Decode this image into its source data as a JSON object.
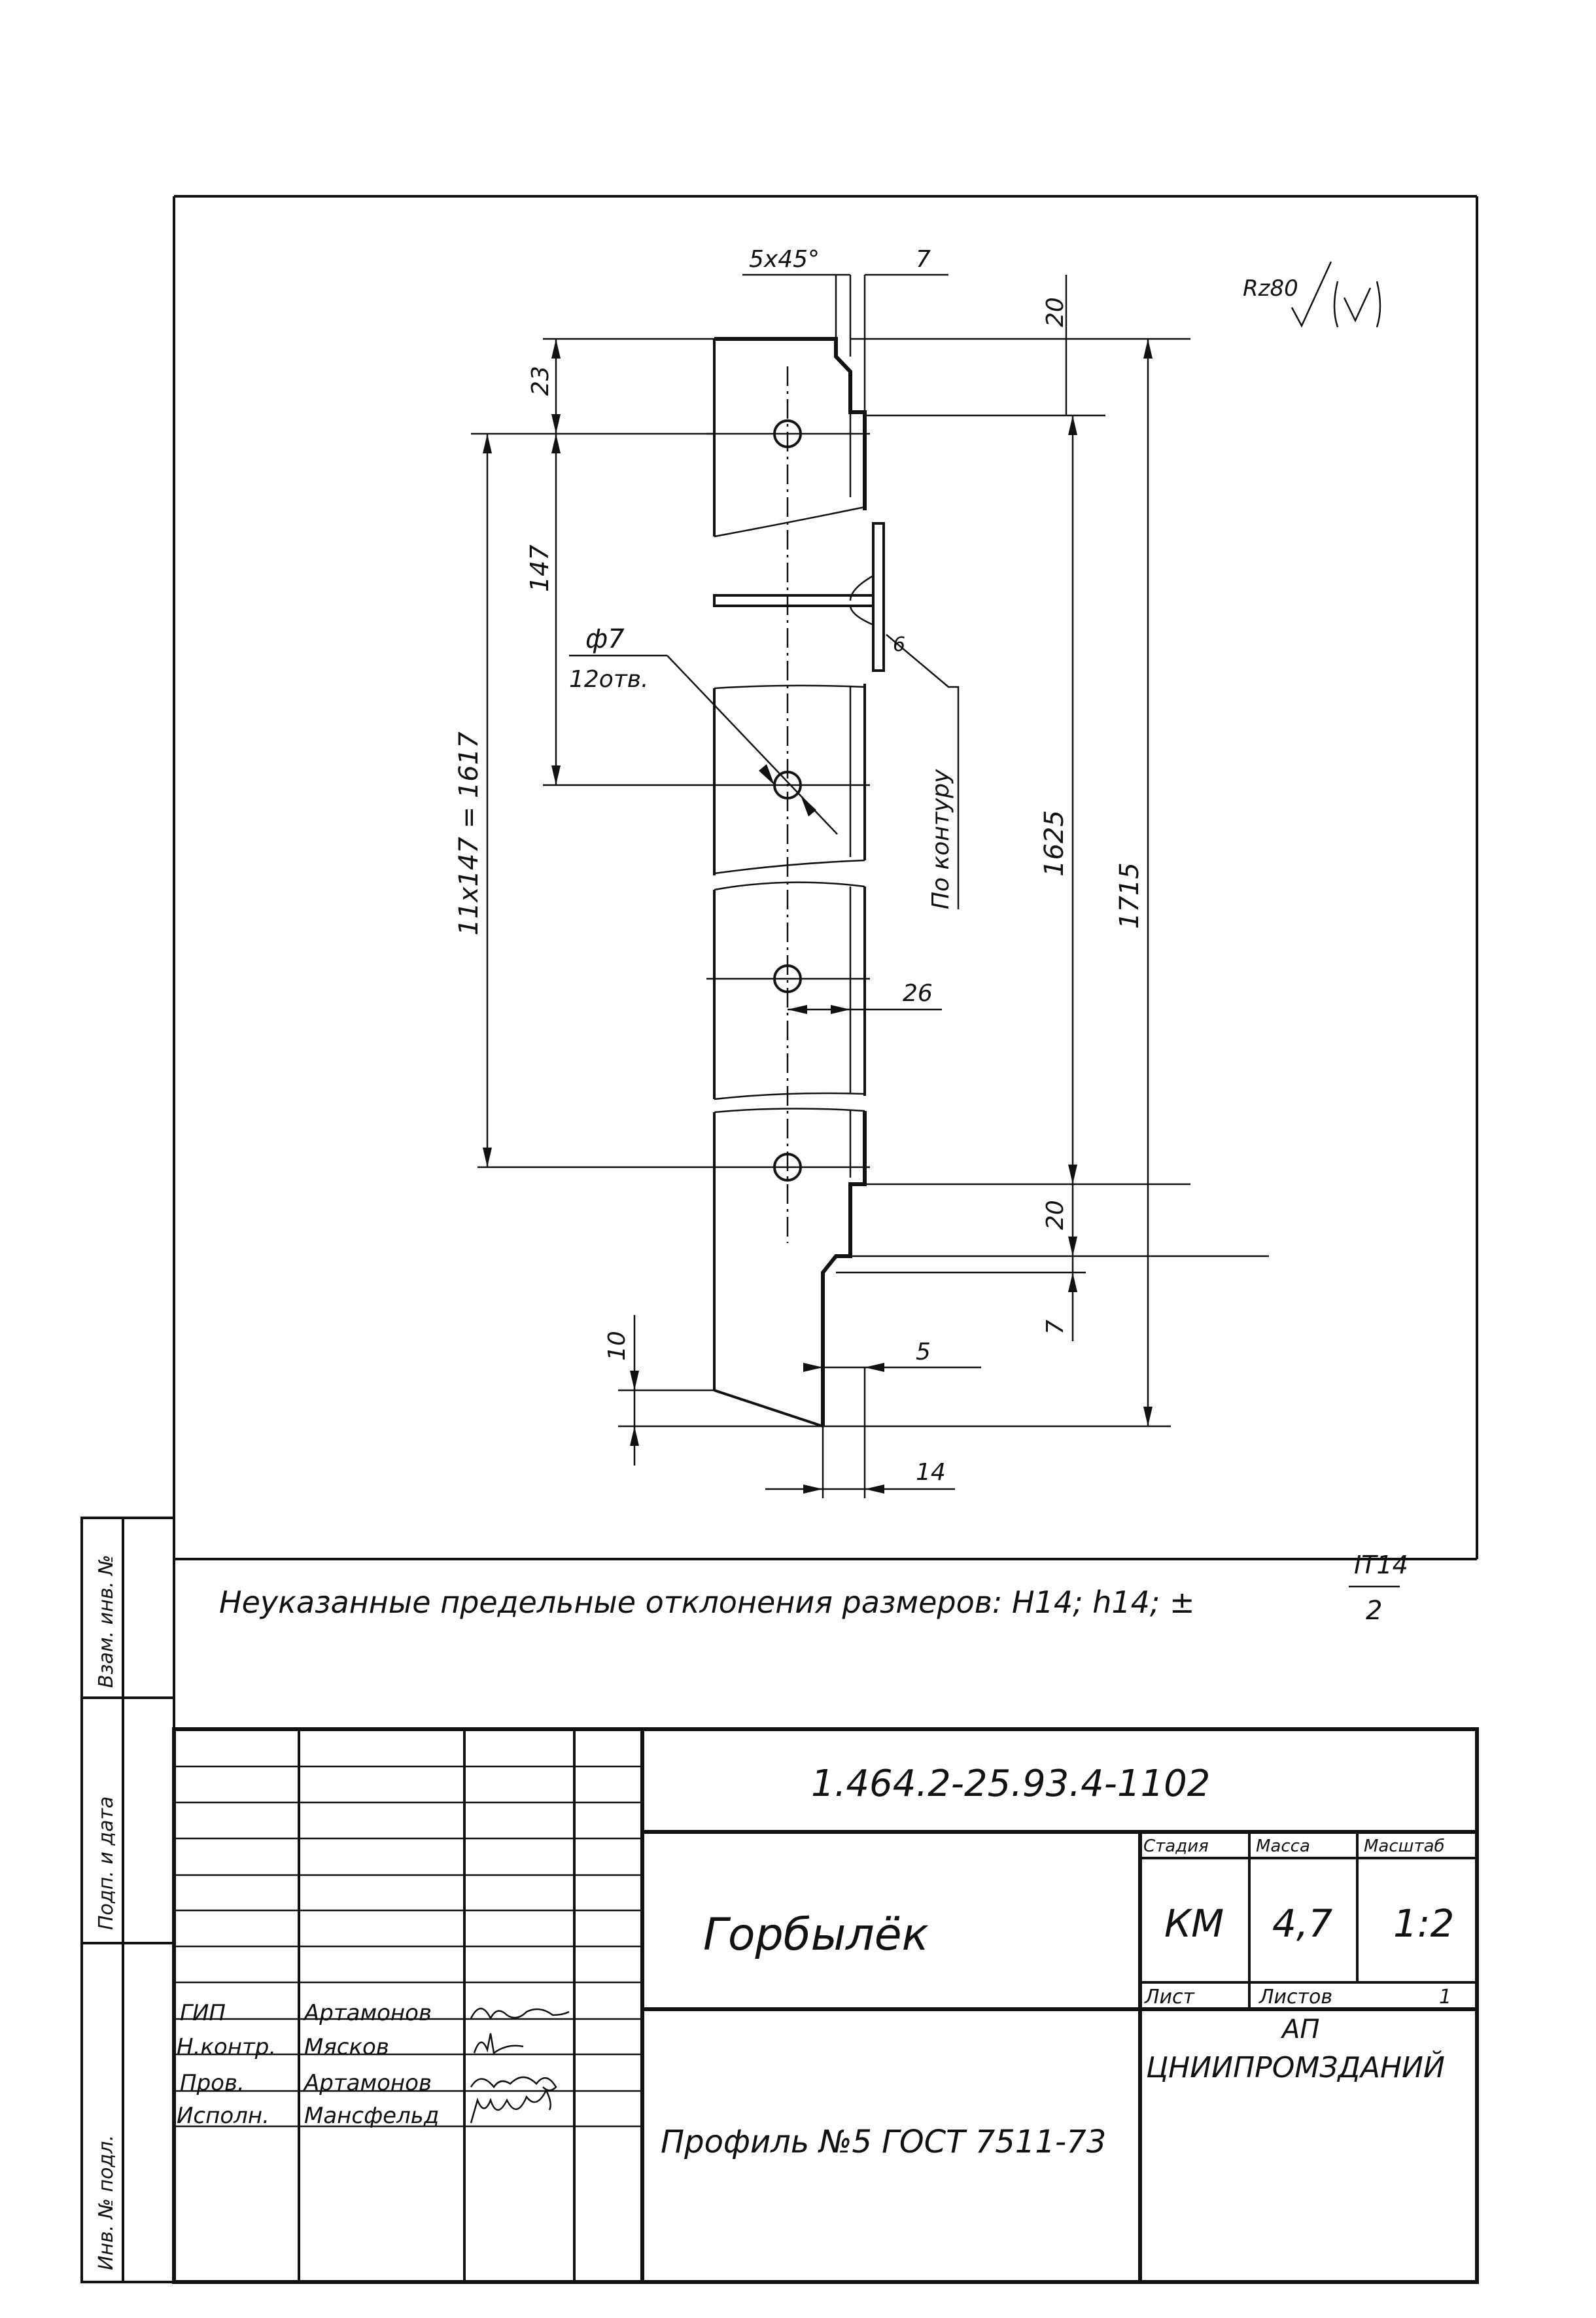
{
  "drawing": {
    "roughness": "Rz80",
    "dimensions": {
      "chamfer": "5x45°",
      "top_offset": "7",
      "top_20": "20",
      "d23": "23",
      "d147": "147",
      "pitch_total": "11x147 = 1617",
      "hole_dia": "ф7",
      "hole_count": "12отв.",
      "weld_size": "6",
      "weld_note": "По контуру",
      "d1625": "1625",
      "d1715": "1715",
      "d26": "26",
      "bottom_20": "20",
      "bottom_7": "7",
      "d10": "10",
      "d5": "5",
      "d14": "14"
    },
    "note_text": "Неуказанные предельные отклонения размеров: Н14; h14; ±",
    "note_frac_num": "IT14",
    "note_frac_den": "2"
  },
  "side_stamp": {
    "inv_vzam": "Взам. инв. №",
    "podp_data": "Подп. и дата",
    "inv_podl": "Инв. № подл."
  },
  "title_block": {
    "doc_code": "1.464.2-25.93.4-1102",
    "title": "Горбылёк",
    "stage_label": "Стадия",
    "mass_label": "Масса",
    "scale_label": "Масштаб",
    "stage": "КМ",
    "mass": "4,7",
    "scale": "1:2",
    "sheet_label": "Лист",
    "sheets_label": "Листов",
    "sheets": "1",
    "material": "Профиль №5 ГОСТ 7511-73",
    "org_line1": "АП",
    "org_line2": "ЦНИИПРОМЗДАНИЙ",
    "roles": [
      {
        "role": "ГИП",
        "name": "Артамонов"
      },
      {
        "role": "Н.контр.",
        "name": "Мясков"
      },
      {
        "role": "Пров.",
        "name": "Артамонов"
      },
      {
        "role": "Исполн.",
        "name": "Мансфельд"
      }
    ]
  }
}
